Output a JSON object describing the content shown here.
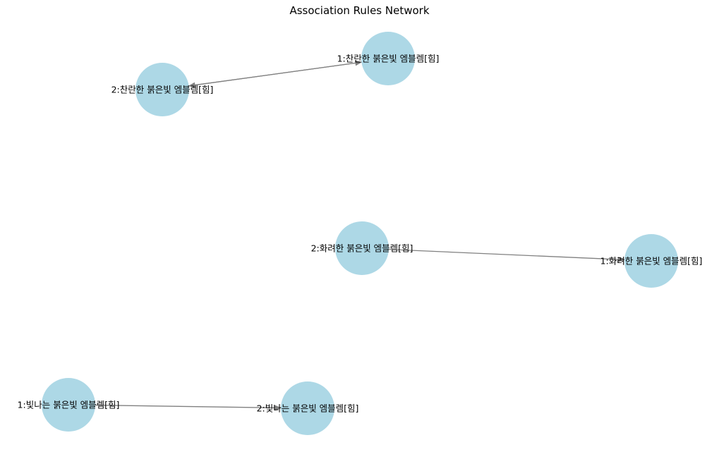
{
  "title": "Association Rules Network",
  "colors": {
    "node_fill": "#ADD8E6",
    "edge": "#808080",
    "label": "#000000",
    "background": "#FFFFFF"
  },
  "nodes": [
    {
      "id": "n1",
      "label": "1:찬란한 붉은빛 엠블렘[힘]"
    },
    {
      "id": "n2",
      "label": "2:찬란한 붉은빛 엠블렘[힘]"
    },
    {
      "id": "n3",
      "label": "2:화려한 붉은빛 엠블렘[힘]"
    },
    {
      "id": "n4",
      "label": "1:화려한 붉은빛 엠블렘[힘]"
    },
    {
      "id": "n5",
      "label": "1:빛나는 붉은빛 엠블렘[힘]"
    },
    {
      "id": "n6",
      "label": "2:빛나는 붉은빛 엠블렘[힘]"
    }
  ],
  "edges": [
    {
      "source": "n2",
      "target": "n1"
    },
    {
      "source": "n1",
      "target": "n2"
    },
    {
      "source": "n3",
      "target": "n4"
    },
    {
      "source": "n5",
      "target": "n6"
    }
  ]
}
